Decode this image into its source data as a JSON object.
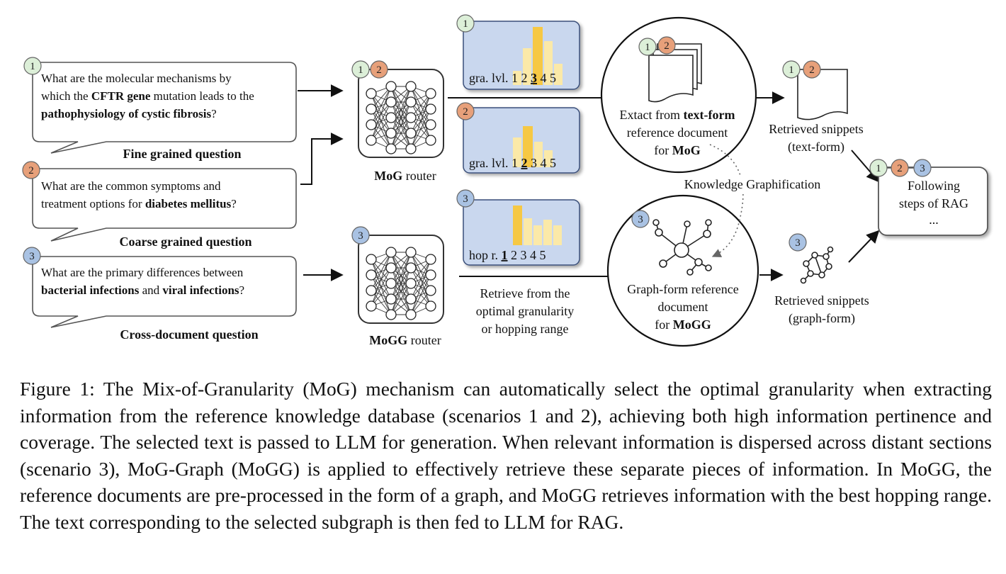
{
  "colors": {
    "badge1": "#dcefd8",
    "badge2": "#e7a07a",
    "badge3": "#a9c2e3",
    "panel_fill": "#c9d7ee",
    "bar_dark": "#f6c844",
    "bar_light": "#fbe9a8"
  },
  "badges": {
    "b1": "1",
    "b2": "2",
    "b3": "3"
  },
  "questions": {
    "q1": {
      "line1": "What are the molecular mechanisms by",
      "line2_pre": "which the ",
      "line2_bold": "CFTR gene",
      "line2_post": " mutation leads to the",
      "line3_bold": "pathophysiology of cystic fibrosis",
      "line3_post": "?",
      "caption": "Fine grained question"
    },
    "q2": {
      "line1": "What are the common symptoms and",
      "line2_pre": "treatment options for ",
      "line2_bold": "diabetes mellitus",
      "line2_post": "?",
      "caption": "Coarse grained question"
    },
    "q3": {
      "line1": "What are the primary differences between",
      "line2_bold1": "bacterial infections",
      "line2_mid": " and ",
      "line2_bold2": "viral infections",
      "line2_post": "?",
      "caption": "Cross-document question"
    }
  },
  "routers": {
    "mog": {
      "bold": "MoG",
      "rest": " router"
    },
    "mogg": {
      "bold": "MoGG",
      "rest": " router"
    }
  },
  "panels": {
    "p1": {
      "prefix": "gra. lvl. ",
      "pre": "1 2 ",
      "selected": "3",
      "post": " 4 5"
    },
    "p2": {
      "prefix": "gra. lvl. ",
      "pre": "1 ",
      "selected": "2",
      "post": " 3 4 5"
    },
    "p3": {
      "prefix": "hop r. ",
      "pre": "",
      "selected": "1",
      "post": " 2 3 4 5"
    }
  },
  "retrieve_note": [
    "Retrieve from the",
    "optimal granularity",
    "or hopping range"
  ],
  "text_doc": {
    "line1_pre": "Extact from ",
    "line1_bold": "text-form",
    "line2": "reference document",
    "line3_pre": "for ",
    "line3_bold": "MoG"
  },
  "graph_doc": {
    "line1": "Graph-form reference",
    "line2": "document",
    "line3_pre": "for ",
    "line3_bold": "MoGG"
  },
  "knowledge_graphification": "Knowledge Graphification",
  "snippets_text": [
    "Retrieved snippets",
    "(text-form)"
  ],
  "snippets_graph": [
    "Retrieved snippets",
    "(graph-form)"
  ],
  "following": [
    "Following",
    "steps of RAG",
    "..."
  ],
  "caption": "Figure 1: The Mix-of-Granularity (MoG) mechanism can automatically select the optimal granularity when extracting information from the reference knowledge database (scenarios 1 and 2), achieving both high information pertinence and coverage. The selected text is passed to LLM for generation. When relevant information is dispersed across distant sections (scenario 3), MoG-Graph (MoGG) is applied to effectively retrieve these separate pieces of information.  In MoGG, the reference documents are pre-processed in the form of a graph, and MoGG retrieves information with the best hopping range. The text corresponding to the selected subgraph is then fed to LLM for RAG."
}
